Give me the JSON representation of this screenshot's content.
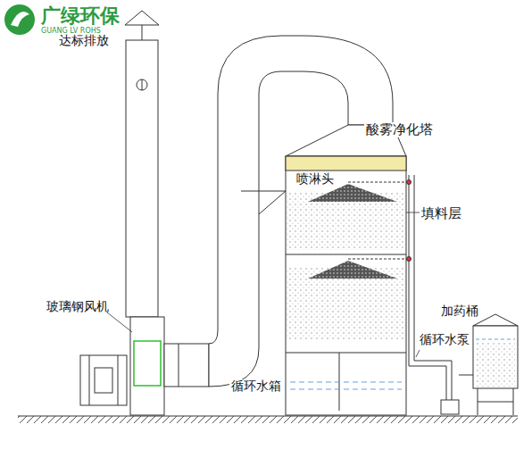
{
  "diagram": {
    "labels": [
      "广绿环保",
      "GUANG LV ROHS",
      "达标排放",
      "酸雾净化塔",
      "喷淋头",
      "填料层",
      "加药桶",
      "循环水泵",
      "玻璃钢风机",
      "循环水箱"
    ]
  }
}
